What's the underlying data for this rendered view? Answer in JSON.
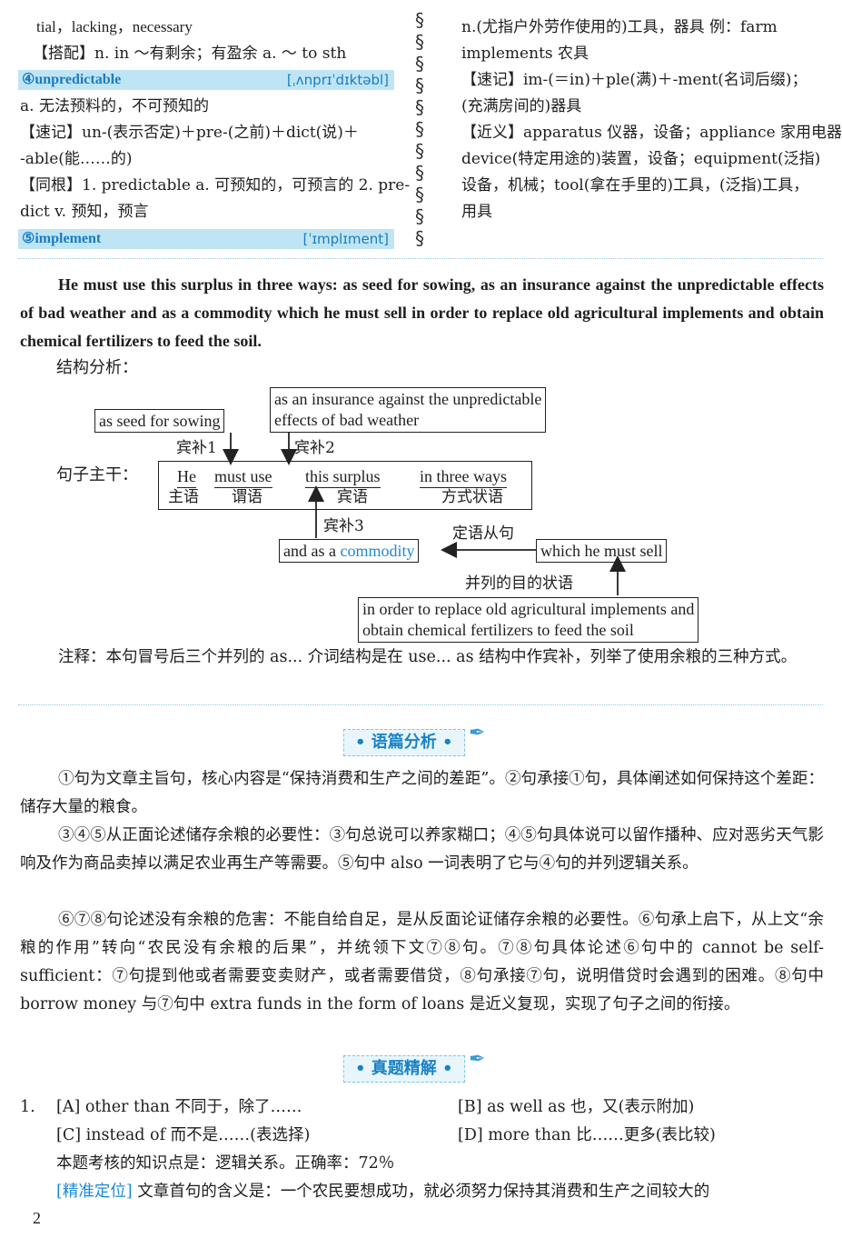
{
  "top_left": {
    "line1": "tial，lacking，necessary",
    "line2": "【搭配】n. in ～有剩余；有盈余 a. ～ to sth",
    "vocab4": {
      "word": "④unpredictable",
      "ipa": "[ˌʌnprɪˈdɪktəbl]"
    },
    "line3": "a. 无法预料的，不可预知的",
    "line4": "【速记】un-(表示否定)＋pre-(之前)＋dict(说)＋",
    "line5": "-able(能……的)",
    "line6": "【同根】1. predictable a. 可预知的，可预言的 2. pre-",
    "line7": "dict v. 预知，预言",
    "vocab5": {
      "word": "⑤implement",
      "ipa": "[ˈɪmplɪment]"
    }
  },
  "top_right": {
    "line1": "n.(尤指户外劳作使用的)工具，器具 例：farm",
    "line2": "implements 农具",
    "line3": "【速记】im-(＝in)＋ple(满)＋-ment(名词后缀)；",
    "line4": "(充满房间的)器具",
    "line5": "【近义】apparatus 仪器，设备；appliance 家用电器；",
    "line6": "device(特定用途的)装置，设备；equipment(泛指)",
    "line7": "设备，机械；tool(拿在手里的)工具，(泛指)工具，",
    "line8": "用具"
  },
  "sentence": "He must use this surplus in three ways: as seed for sowing, as an insurance against the unpredictable effects of bad weather and as a commodity which he must sell in order to replace old agricultural implements and obtain chemical fertilizers to feed the soil.",
  "structure_label": "结构分析：",
  "diagram": {
    "box_seed": "as seed for sowing",
    "box_insurance_1": "as an insurance against the unpredictable",
    "box_insurance_2": "effects of bad weather",
    "label_comp1": "宾补1",
    "label_comp2": "宾补2",
    "label_trunk": "句子主干：",
    "w_he": "He",
    "w_mustuse": "must use",
    "w_surplus": "this surplus",
    "w_ways": "in three ways",
    "s_subject": "主语",
    "s_predicate": "谓语",
    "s_object": "宾语",
    "s_adverbial": "方式状语",
    "label_comp3": "宾补3",
    "box_commodity_prefix": "and as a ",
    "box_commodity_word": "commodity",
    "label_attrib": "定语从句",
    "box_which": "which he must sell",
    "label_purpose": "并列的目的状语",
    "box_order_1": "in order to replace old agricultural implements and",
    "box_order_2": "obtain chemical fertilizers to feed the soil"
  },
  "note": "注释：本句冒号后三个并列的 as... 介词结构是在 use... as 结构中作宾补，列举了使用余粮的三种方式。",
  "section1_title": "• 语篇分析 •",
  "analysis": {
    "p1": "①句为文章主旨句，核心内容是“保持消费和生产之间的差距”。②句承接①句，具体阐述如何保持这个差距：储存大量的粮食。",
    "p2": "③④⑤从正面论述储存余粮的必要性：③句总说可以养家糊口；④⑤句具体说可以留作播种、应对恶劣天气影响及作为商品卖掉以满足农业再生产等需要。⑤句中 also 一词表明了它与④句的并列逻辑关系。",
    "p3": "⑥⑦⑧句论述没有余粮的危害：不能自给自足，是从反面论证储存余粮的必要性。⑥句承上启下，从上文“余粮的作用”转向“农民没有余粮的后果”，并统领下文⑦⑧句。⑦⑧句具体论述⑥句中的 cannot be self-sufficient：⑦句提到他或者需要变卖财产，或者需要借贷，⑧句承接⑦句，说明借贷时会遇到的困难。⑧句中 borrow money 与⑦句中 extra funds in the form of loans 是近义复现，实现了句子之间的衔接。"
  },
  "section2_title": "• 真题精解 •",
  "question": {
    "number": "1.",
    "optA": "[A] other than 不同于，除了……",
    "optB": "[B] as well as 也，又(表示附加)",
    "optC": "[C] instead of 而不是……(表选择)",
    "optD": "[D] more than 比……更多(表比较)",
    "knowledge": "本题考核的知识点是：逻辑关系。正确率：72％",
    "locate_tag": "[精准定位]",
    "locate_text": " 文章首句的含义是：一个农民要想成功，就必须努力保持其消费和生产之间较大的"
  },
  "page_number": "2"
}
